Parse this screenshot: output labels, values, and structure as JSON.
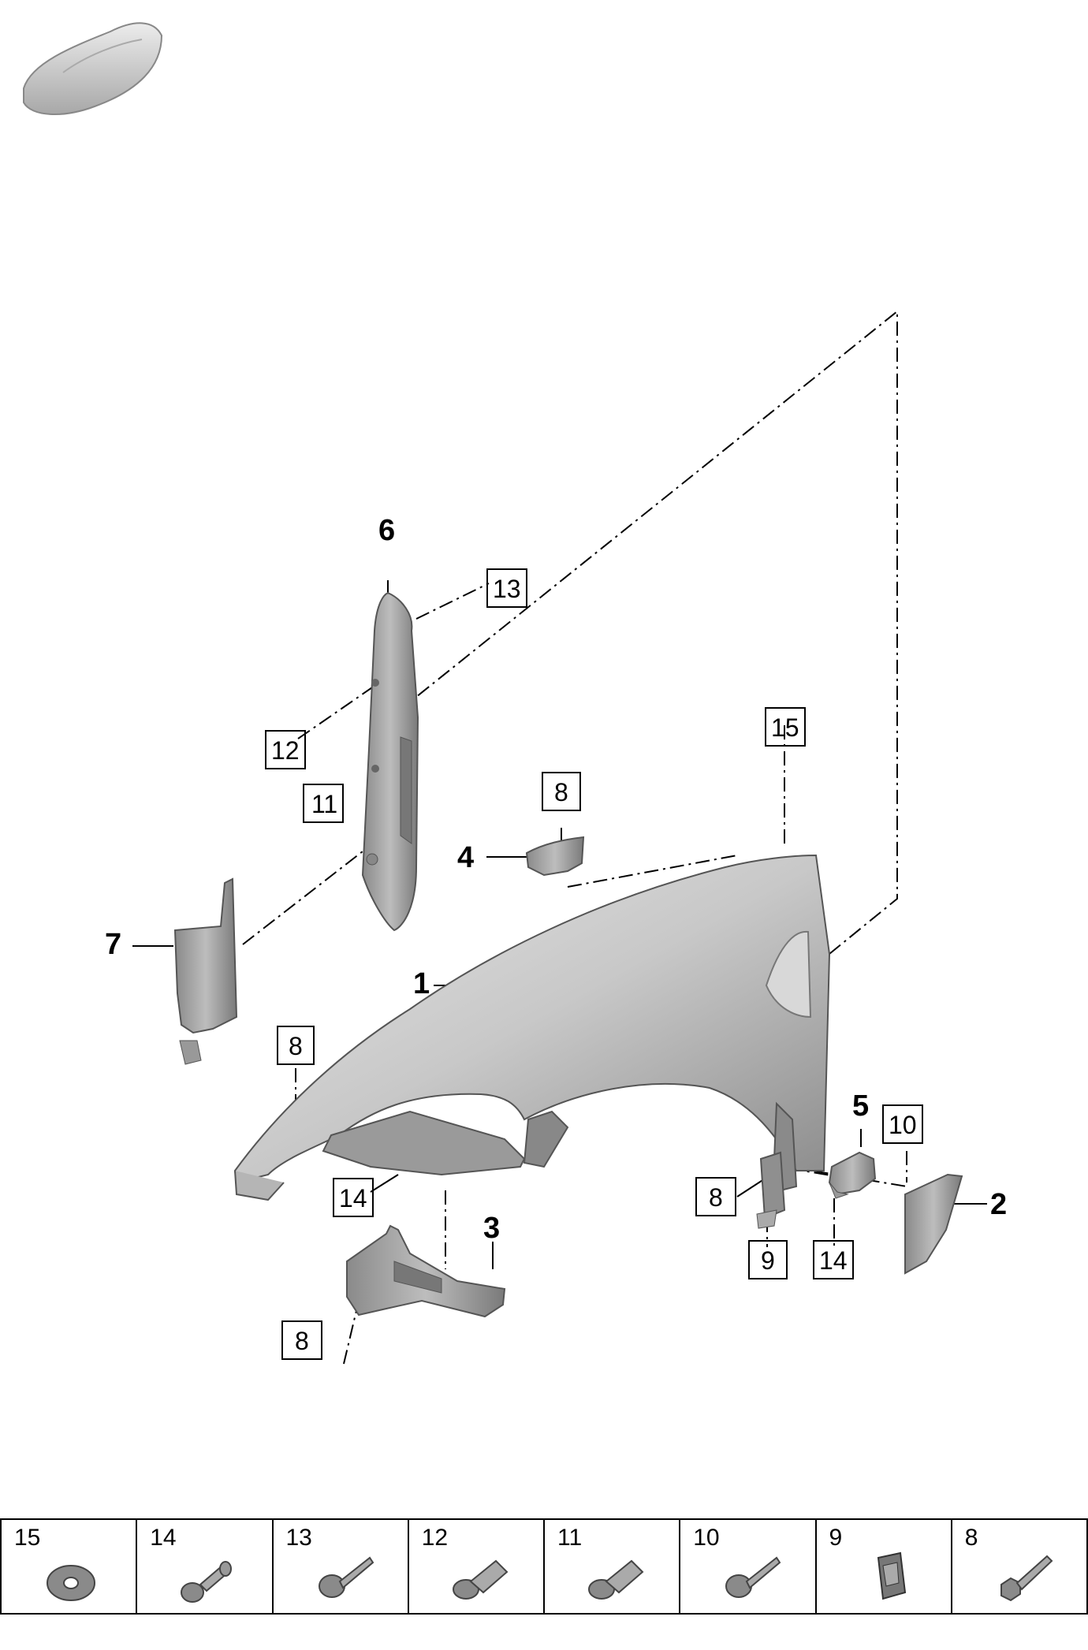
{
  "callouts": {
    "c1": "1",
    "c2": "2",
    "c3": "3",
    "c4": "4",
    "c5": "5",
    "c6": "6",
    "c7": "7",
    "b8a": "8",
    "b8b": "8",
    "b8c": "8",
    "b8d": "8",
    "b9": "9",
    "b10": "10",
    "b11": "11",
    "b12": "12",
    "b13": "13",
    "b14a": "14",
    "b14b": "14",
    "b15": "15"
  },
  "legend": [
    {
      "number": "15",
      "icon": "washer-icon"
    },
    {
      "number": "14",
      "icon": "push-rivet-icon"
    },
    {
      "number": "13",
      "icon": "flange-screw-icon"
    },
    {
      "number": "12",
      "icon": "expanding-nut-icon"
    },
    {
      "number": "11",
      "icon": "expanding-nut-icon"
    },
    {
      "number": "10",
      "icon": "flange-screw-icon"
    },
    {
      "number": "9",
      "icon": "clip-nut-icon"
    },
    {
      "number": "8",
      "icon": "hex-bolt-icon"
    }
  ],
  "colors": {
    "part_fill": "#c9c9c9",
    "part_shade": "#9a9a9a",
    "part_dark": "#6d6d6d",
    "line": "#000000"
  }
}
